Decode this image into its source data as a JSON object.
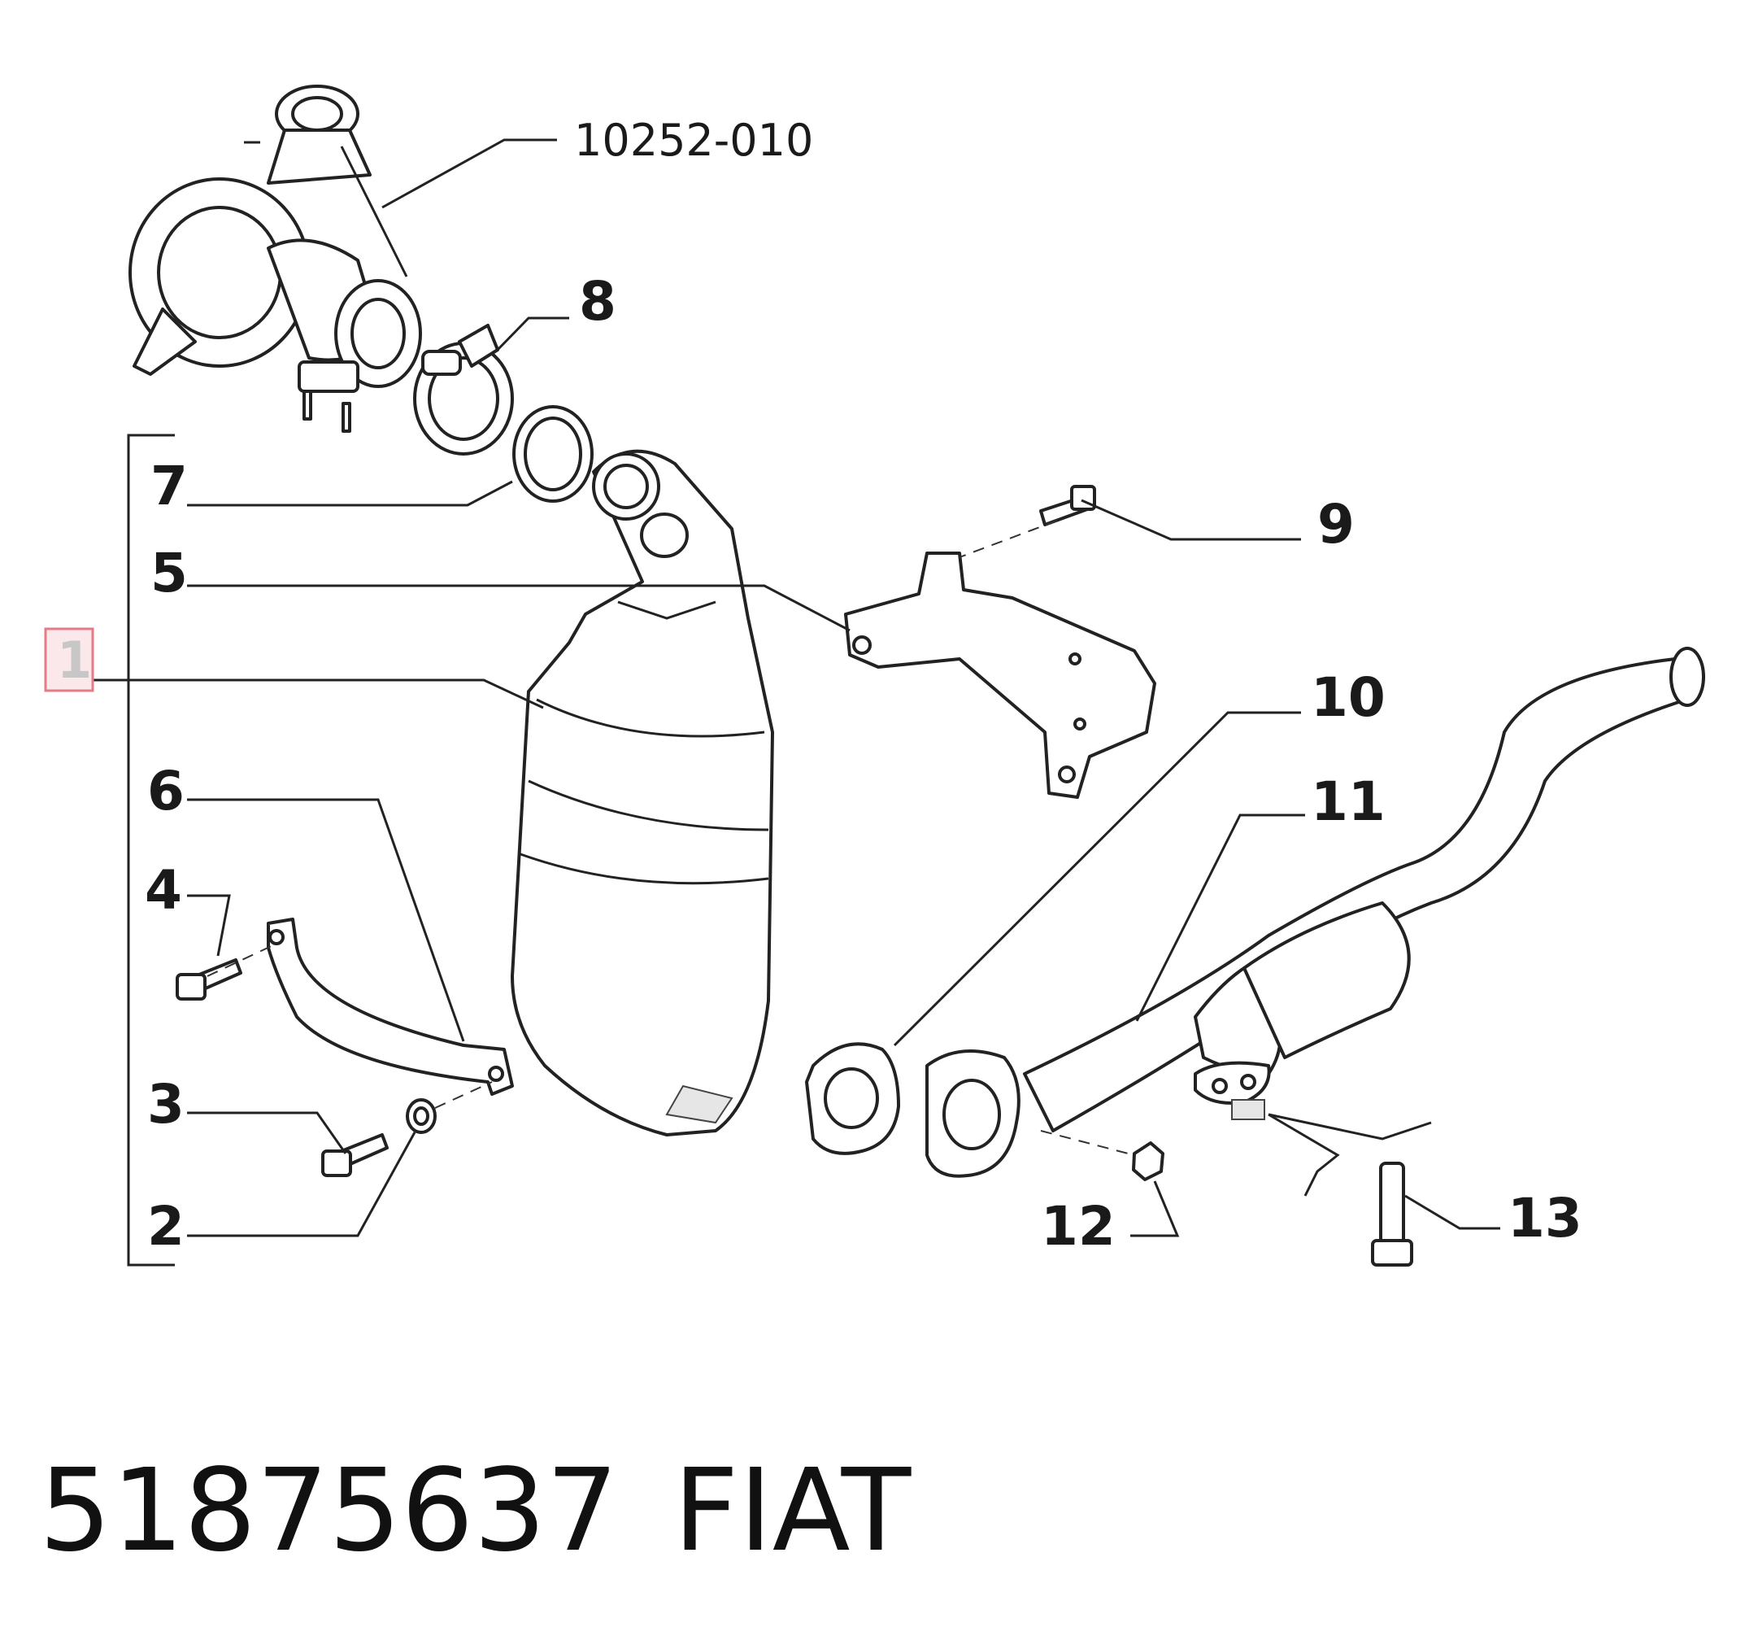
{
  "diagram": {
    "callouts": {
      "ref_turbo": "10252-010",
      "c1": "1",
      "c2": "2",
      "c3": "3",
      "c4": "4",
      "c5": "5",
      "c6": "6",
      "c7": "7",
      "c8": "8",
      "c9": "9",
      "c10": "10",
      "c11": "11",
      "c12": "12",
      "c13": "13"
    },
    "highlight_color": "#e57b86"
  },
  "footer": {
    "part_number": "51875637",
    "brand": "FIAT"
  }
}
